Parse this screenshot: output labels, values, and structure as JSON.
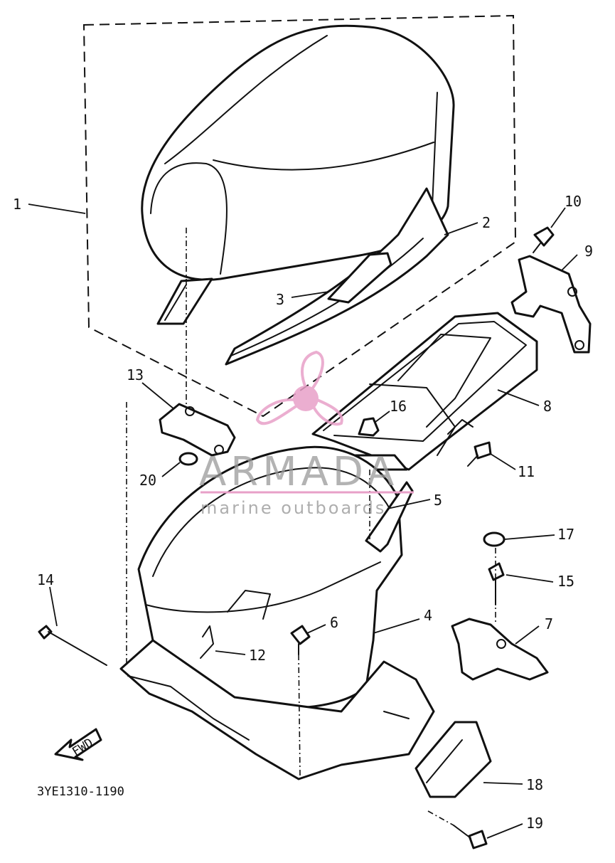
{
  "diagram": {
    "callouts": [
      {
        "id": "1",
        "label": "1"
      },
      {
        "id": "2",
        "label": "2"
      },
      {
        "id": "3",
        "label": "3"
      },
      {
        "id": "4",
        "label": "4"
      },
      {
        "id": "5",
        "label": "5"
      },
      {
        "id": "6",
        "label": "6"
      },
      {
        "id": "7",
        "label": "7"
      },
      {
        "id": "8",
        "label": "8"
      },
      {
        "id": "9",
        "label": "9"
      },
      {
        "id": "10",
        "label": "10"
      },
      {
        "id": "11",
        "label": "11"
      },
      {
        "id": "12",
        "label": "12"
      },
      {
        "id": "13",
        "label": "13"
      },
      {
        "id": "14",
        "label": "14"
      },
      {
        "id": "15",
        "label": "15"
      },
      {
        "id": "16",
        "label": "16"
      },
      {
        "id": "17",
        "label": "17"
      },
      {
        "id": "18",
        "label": "18"
      },
      {
        "id": "19",
        "label": "19"
      },
      {
        "id": "20",
        "label": "20"
      }
    ],
    "direction_label": "FWD",
    "drawing_code": "3YE1310-1190"
  },
  "watermark": {
    "title": "ARMADA",
    "subtitle": "marine outboards",
    "color": "#e8a0c8"
  }
}
